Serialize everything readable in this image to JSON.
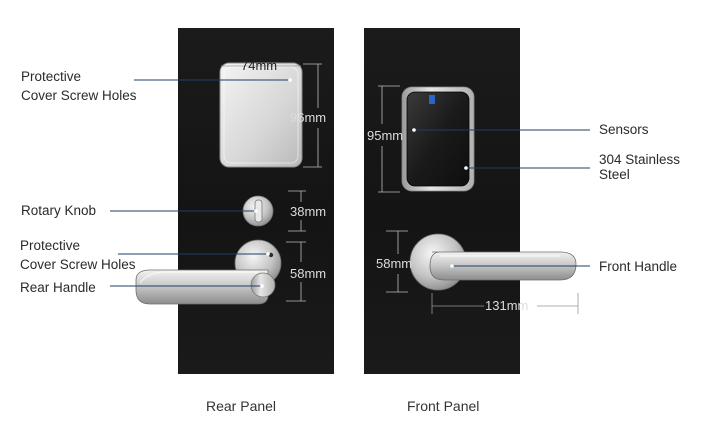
{
  "rear_panel": {
    "caption": "Rear Panel",
    "callouts": {
      "cover_screw_holes_top_line1": "Protective",
      "cover_screw_holes_top_line2": "Cover Screw Holes",
      "rotary_knob": "Rotary Knob",
      "cover_screw_holes_bottom_line1": "Protective",
      "cover_screw_holes_bottom_line2": "Cover Screw Holes",
      "rear_handle": "Rear Handle"
    },
    "dimensions": {
      "cover_width": "74mm",
      "cover_height": "96mm",
      "knob_height": "38mm",
      "handle_height": "58mm"
    }
  },
  "front_panel": {
    "caption": "Front Panel",
    "callouts": {
      "sensors": "Sensors",
      "steel_line1": "304 Stainless",
      "steel_line2": "Steel",
      "front_handle": "Front Handle"
    },
    "dimensions": {
      "reader_height": "95mm",
      "handle_height": "58mm",
      "handle_length": "131mm"
    }
  },
  "colors": {
    "panel": "#171717",
    "callout_line": "#1f3f66",
    "brushed_steel": "#c8c8c8"
  }
}
